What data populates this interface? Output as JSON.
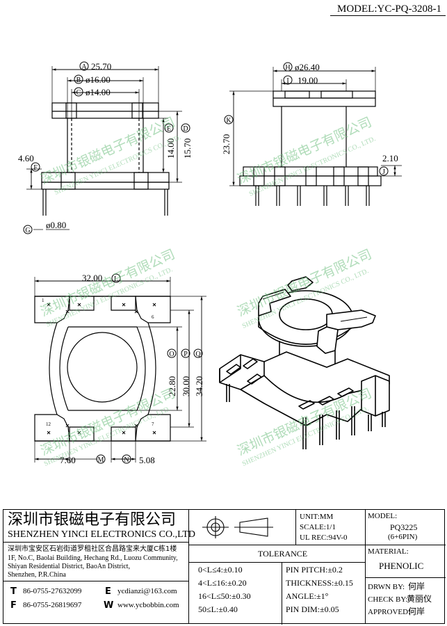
{
  "model_header": "MODEL:YC-PQ-3208-1",
  "dims": {
    "A": "A",
    "A_val": "25.70",
    "B": "B",
    "B_val": "ø16.00",
    "C": "C",
    "C_val": "ø14.00",
    "D": "D",
    "D_val": "15.70",
    "E": "E",
    "E_val": "14.00",
    "F": "F",
    "F_val": "4.60",
    "G": "G",
    "G_val": "ø0.80",
    "H": "H",
    "H_val": "ø26.40",
    "I": "I",
    "I_val": "19.00",
    "J": "J",
    "J_val": "2.10",
    "K": "K",
    "K_val": "23.70",
    "L": "L",
    "L_val": "32.00",
    "M": "M",
    "M_val": "7.60",
    "N": "N",
    "N_val": "5.08",
    "O": "O",
    "O_val": "22.80",
    "P": "P",
    "P_val": "30.00",
    "Q": "Q",
    "Q_val": "34.20"
  },
  "pin_labels": {
    "p1": "1",
    "p6": "6",
    "p7": "7",
    "p12": "12"
  },
  "watermark": {
    "cn": "深圳市银磁电子有限公司",
    "en": "SHENZHEN YINCI ELECTRONICS CO., LTD."
  },
  "company": {
    "name_cn": "深圳市银磁电子有限公司",
    "name_en": "SHENZHEN YINCI ELECTRONICS CO.,LTD",
    "addr_cn": "深圳市宝安区石岩街道罗租社区合昌路宝来大厦C栋1楼",
    "addr_en_1": "1F, No.C, Baolai Building, Hechang Rd., Luozu Community,",
    "addr_en_2": "Shiyan Residential District, BaoAn District,",
    "addr_en_3": "Shenzhen, P.R.China",
    "tel_label": "T",
    "tel": "86-0755-27632099",
    "fax_label": "F",
    "fax": "86-0755-26819697",
    "email_label": "E",
    "email": "ycdianzi@163.com",
    "web_label": "W",
    "web": "www.ycbobbin.com"
  },
  "spec": {
    "unit": "UNIT:MM",
    "scale": "SCALE:1/1",
    "ul_rec": "UL REC:94V-0",
    "model_label": "MODEL:",
    "model_value": "PQ3225",
    "model_pins": "(6+6PIN)",
    "tolerance_title": "TOLERANCE",
    "tol_left": [
      "0<L≤4:±0.10",
      "4<L≤16:±0.20",
      "16<L≤50:±0.30",
      "50≤L:±0.40"
    ],
    "tol_right": [
      "PIN PITCH:±0.2",
      "THICKNESS:±0.15",
      "ANGLE:±1°",
      "PIN DIM:±0.05"
    ],
    "material_label": "MATERIAL:",
    "material_value": "PHENOLIC",
    "drawn_label": "DRWN BY:",
    "drawn_value": "何岸",
    "check_label": "CHECK BY:",
    "check_value": "黄丽仪",
    "approved_label": "APPROVED:",
    "approved_value": "何岸"
  }
}
